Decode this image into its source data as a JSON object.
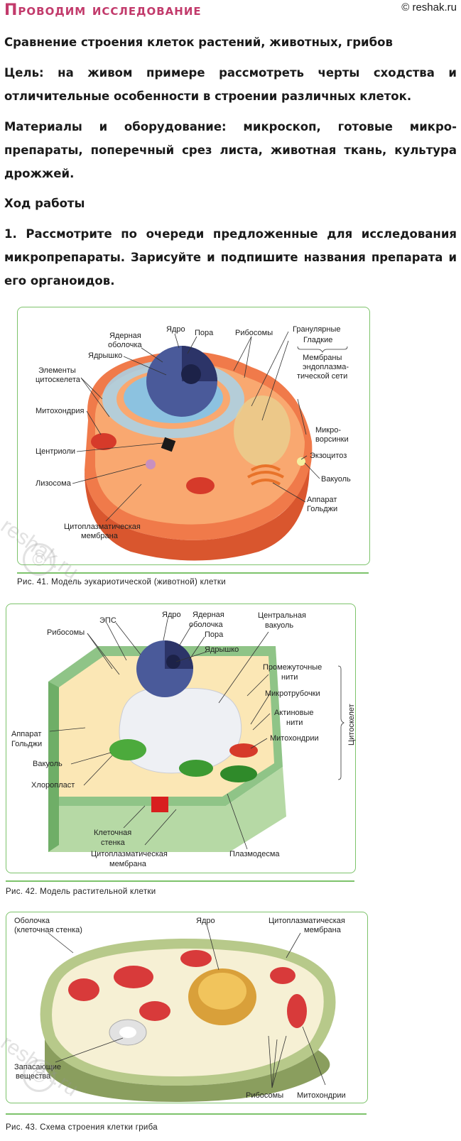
{
  "header": {
    "title": "Проводим исследование",
    "watermark": "© reshak.ru"
  },
  "text": {
    "heading": "Сравнение строения клеток растений, животных, грибов",
    "goal": "Цель: на живом примере рассмотреть черты сходства и отличительные особенности в строении различных клеток.",
    "materials": "Материалы и оборудование: микроскоп, готовые микро­препараты, поперечный срез листа, животная ткань, культура дрожжей.",
    "procedure": "Ход работы",
    "step1": "1. Рассмотрите по очереди предложенные для исследования микропрепараты. Зарисуйте и подпишите названия препарата и его органоидов."
  },
  "fig41": {
    "caption": "Рис. 41. Модель эукариотической (животной) клетки",
    "labels": {
      "nuclear_envelope_1": "Ядерная",
      "nuclear_envelope_2": "оболочка",
      "nucleus": "Ядро",
      "pore": "Пора",
      "ribosomes": "Рибосомы",
      "granular": "Гранулярные",
      "smooth": "Гладкие",
      "er_1": "Мембраны",
      "er_2": "эндоплазма-",
      "er_3": "тической сети",
      "nucleolus": "Ядрышко",
      "cytoskeleton_1": "Элементы",
      "cytoskeleton_2": "цитоскелета",
      "mitochondria": "Митохондрия",
      "microvilli_1": "Микро-",
      "microvilli_2": "ворсинки",
      "exocytosis": "Экзоцитоз",
      "centrioles": "Центриоли",
      "vacuole": "Вакуоль",
      "lysosome": "Лизосома",
      "golgi_1": "Аппарат",
      "golgi_2": "Гольджи",
      "membrane_1": "Цитоплазматическая",
      "membrane_2": "мембрана"
    }
  },
  "fig42": {
    "caption": "Рис. 42. Модель растительной клетки",
    "labels": {
      "eps": "ЭПС",
      "nucleus": "Ядро",
      "nuclear_envelope_1": "Ядерная",
      "nuclear_envelope_2": "оболочка",
      "central_vacuole_1": "Центральная",
      "central_vacuole_2": "вакуоль",
      "ribosomes": "Рибосомы",
      "pore": "Пора",
      "nucleolus": "Ядрышко",
      "intermediate_1": "Промежуточные",
      "intermediate_2": "нити",
      "microtubules": "Микротрубочки",
      "actin_1": "Актиновые",
      "actin_2": "нити",
      "cytoskeleton": "Цитоскелет",
      "golgi_1": "Аппарат",
      "golgi_2": "Гольджи",
      "mitochondria": "Митохондрии",
      "vacuole": "Вакуоль",
      "chloroplast": "Хлоропласт",
      "cell_wall_1": "Клеточная",
      "cell_wall_2": "стенка",
      "membrane_1": "Цитоплазматическая",
      "membrane_2": "мембрана",
      "plasmodesma": "Плазмодесма"
    }
  },
  "fig43": {
    "caption": "Рис. 43. Схема строения клетки гриба",
    "labels": {
      "envelope_1": "Оболочка",
      "envelope_2": "(клеточная стенка)",
      "nucleus": "Ядро",
      "membrane_1": "Цитоплазматическая",
      "membrane_2": "мембрана",
      "storage_1": "Запасающие",
      "storage_2": "вещества",
      "ribosomes": "Рибосомы",
      "mitochondria": "Митохондрии"
    }
  },
  "watermarks": {
    "text": "reshak.ru",
    "symbol": "©"
  }
}
